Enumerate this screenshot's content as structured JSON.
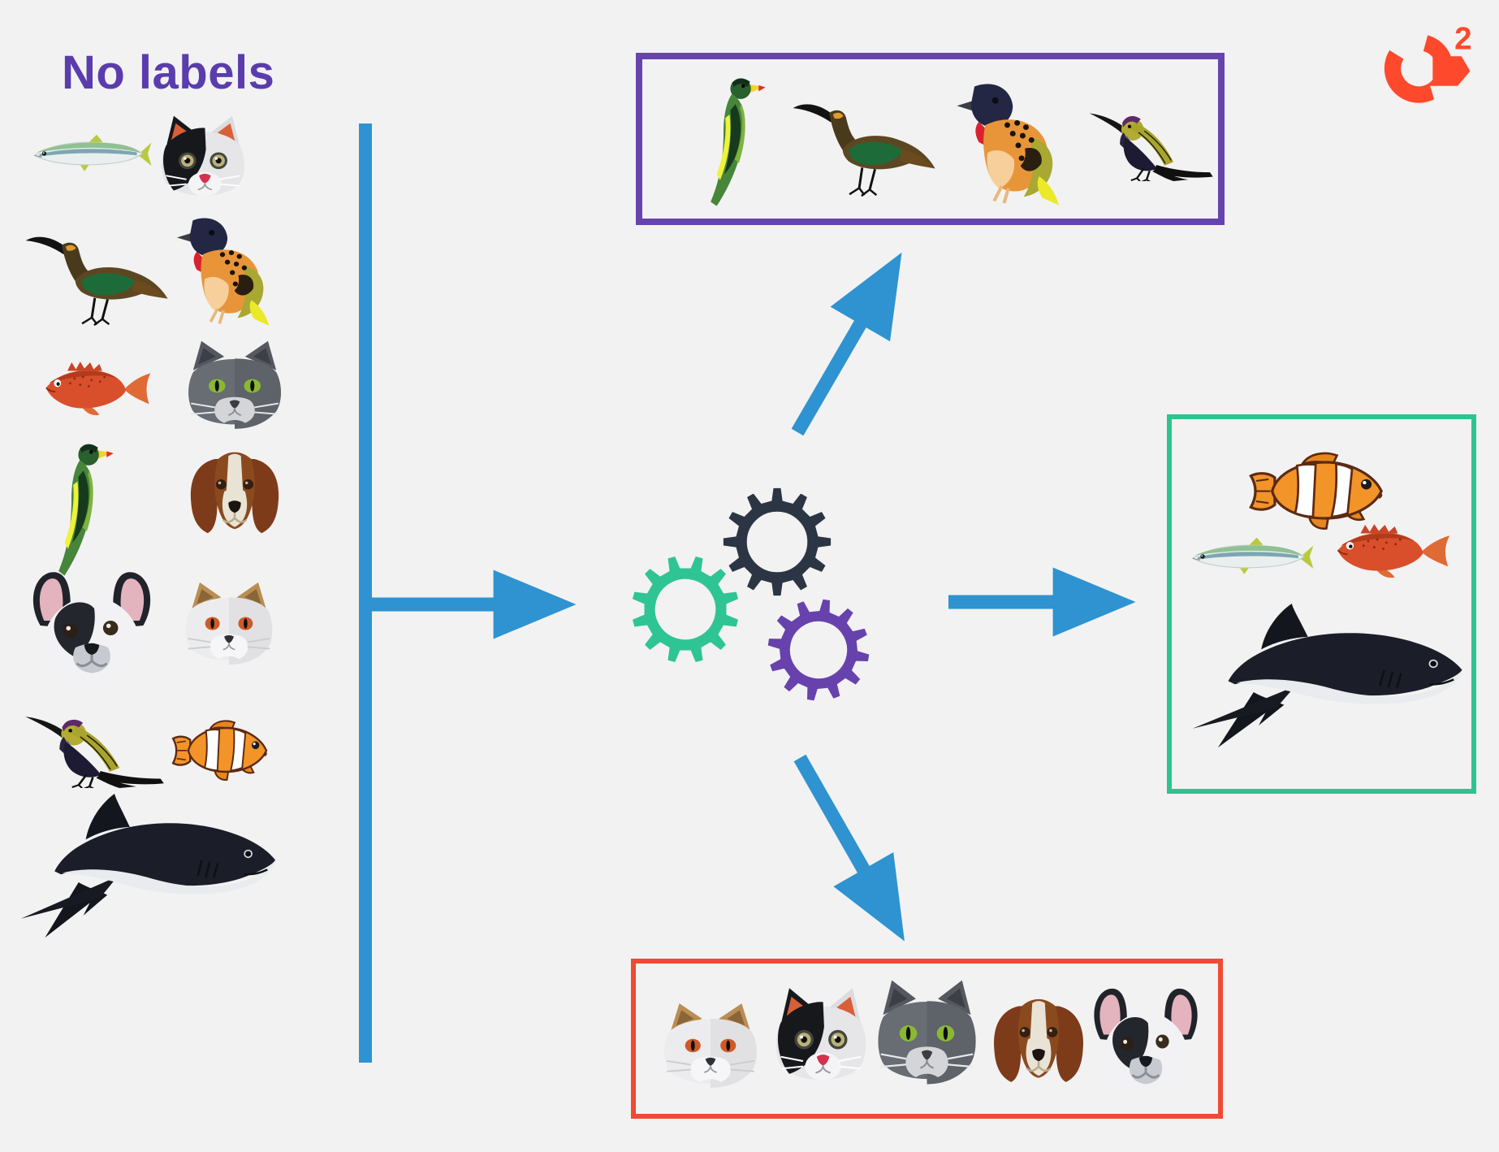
{
  "title": {
    "text": "No labels"
  },
  "logo": {
    "brand": "G2",
    "superscript": "2",
    "color": "#ff492c"
  },
  "palette": {
    "background": "#f2f2f2",
    "arrow_blue": "#2e93d0",
    "title_purple": "#5b3cad",
    "birds_box_border": "#6743ad",
    "fish_box_border": "#2ec48f",
    "mammals_box_border": "#f04a33"
  },
  "animals": {
    "mackerel": "mackerel fish",
    "tuxedo-cat": "black and white cat",
    "ibis": "dark ibis bird",
    "weaver": "orange weaver bird",
    "red-fish": "red fish",
    "gray-cat": "gray cat",
    "oriole": "green oriole bird",
    "beagle": "beagle dog",
    "frenchie": "french bulldog",
    "white-cat": "white and tan cat",
    "sunbird": "olive sunbird",
    "clownfish": "clownfish",
    "shark": "shark"
  },
  "pool": {
    "label": "No labels",
    "items": [
      "mackerel",
      "tuxedo-cat",
      "ibis",
      "weaver",
      "red-fish",
      "gray-cat",
      "oriole",
      "beagle",
      "frenchie",
      "white-cat",
      "sunbird",
      "clownfish",
      "shark"
    ]
  },
  "process": {
    "gears": [
      {
        "name": "dark-gear",
        "color": "#2b3543",
        "rot": "0"
      },
      {
        "name": "purple-gear",
        "color": "#6742ad",
        "rot": "9"
      },
      {
        "name": "teal-gear",
        "color": "#2fc494",
        "rot": "15"
      }
    ]
  },
  "clusters": [
    {
      "name": "birds",
      "border_color": "#6743ad",
      "items": [
        "oriole",
        "ibis",
        "weaver",
        "sunbird"
      ]
    },
    {
      "name": "fish",
      "border_color": "#2ec48f",
      "items": [
        "clownfish",
        "mackerel",
        "red-fish",
        "shark"
      ]
    },
    {
      "name": "cats-dogs",
      "border_color": "#f04a33",
      "items": [
        "white-cat",
        "tuxedo-cat",
        "gray-cat",
        "beagle",
        "frenchie"
      ]
    }
  ]
}
